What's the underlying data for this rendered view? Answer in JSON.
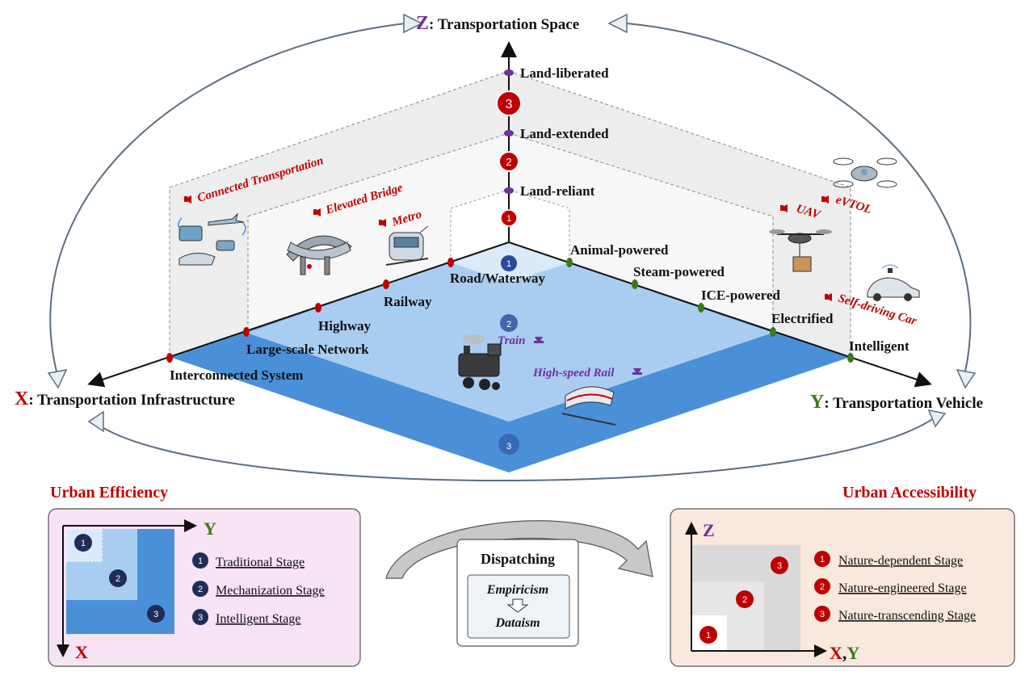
{
  "axes": {
    "z": {
      "letter": "Z",
      "rest": ": Transportation Space"
    },
    "x": {
      "letter": "X",
      "rest": ": Transportation Infrastructure"
    },
    "y": {
      "letter": "Y",
      "rest": ": Transportation Vehicle"
    }
  },
  "z_levels": [
    "Land-reliant",
    "Land-extended",
    "Land-liberated"
  ],
  "x_levels": [
    "Road/Waterway",
    "Railway",
    "Highway",
    "Large-scale Network",
    "Interconnected System"
  ],
  "y_levels": [
    "Animal-powered",
    "Steam-powered",
    "ICE-powered",
    "Electrified",
    "Intelligent"
  ],
  "markers": {
    "one": "1",
    "two": "2",
    "three": "3"
  },
  "left_wall_labels": [
    "Connected Transportation",
    "Elevated Bridge",
    "Metro"
  ],
  "right_wall_labels": [
    "UAV",
    "eVTOL",
    "Self-driving Car"
  ],
  "floor_labels": [
    "Train",
    "High-speed Rail"
  ],
  "efficiency": {
    "title": "Urban Efficiency",
    "y_axis": "Y",
    "x_axis": "X",
    "items": [
      "Traditional Stage",
      "Mechanization Stage",
      "Intelligent Stage"
    ]
  },
  "accessibility": {
    "title": "Urban Accessibility",
    "z_axis": "Z",
    "xy_axis_x": "X",
    "xy_axis_comma": ",",
    "xy_axis_y": "Y",
    "items": [
      "Nature-dependent Stage",
      "Nature-engineered Stage",
      "Nature-transcending Stage"
    ]
  },
  "dispatching": {
    "title": "Dispatching",
    "from": "Empiricism",
    "to": "Dataism"
  },
  "colors": {
    "floor_dark": "#4a90d9",
    "floor_mid": "#a9cdf0",
    "floor_light": "#dbeaf8",
    "navy": "#1f2d5a",
    "red": "#c00000",
    "purple": "#7030a0",
    "green": "#3a7a1a",
    "pink_panel": "#f6e3f3",
    "peach_panel": "#f8e8dd"
  }
}
